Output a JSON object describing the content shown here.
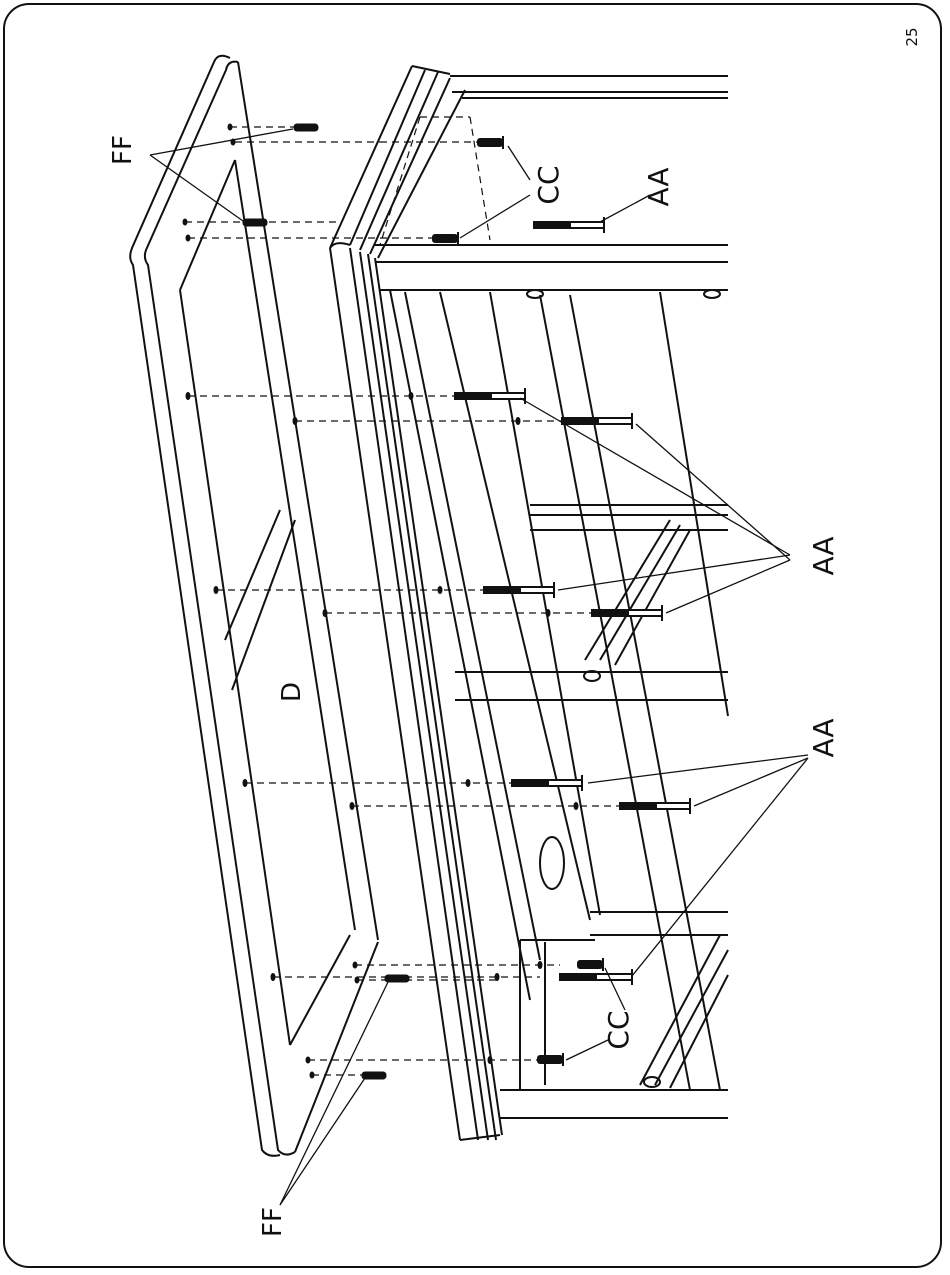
{
  "page": {
    "page_number": "25"
  },
  "labels": {
    "ff_top": "FF",
    "ff_bottom": "FF",
    "cc_top": "CC",
    "cc_bottom": "CC",
    "aa_top": "AA",
    "aa_middle": "AA",
    "aa_lower": "AA",
    "panel_d": "D"
  },
  "colors": {
    "ink": "#111111",
    "paper": "#ffffff",
    "frame": "#111111"
  }
}
